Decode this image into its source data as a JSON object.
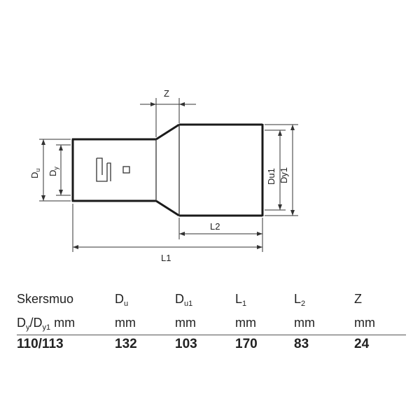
{
  "drawing": {
    "labels": {
      "z": "Z",
      "du": "D",
      "du_sub": "u",
      "dy": "D",
      "dy_sub": "y",
      "du1": "Du1",
      "dy1": "Dy1",
      "l2": "L2",
      "l1": "L1"
    }
  },
  "table": {
    "headers": [
      {
        "main": "Skersmuo",
        "sub": ""
      },
      {
        "main": "D",
        "sub": "u"
      },
      {
        "main": "D",
        "sub": "u1"
      },
      {
        "main": "L",
        "sub": "1"
      },
      {
        "main": "L",
        "sub": "2"
      },
      {
        "main": "Z",
        "sub": ""
      }
    ],
    "units": {
      "first": {
        "d1": "D",
        "s1": "y",
        "slash": "/D",
        "s2": "y1",
        "mm": " mm"
      },
      "rest": [
        "mm",
        "mm",
        "mm",
        "mm",
        "mm"
      ]
    },
    "values": [
      "110/113",
      "132",
      "103",
      "170",
      "83",
      "24"
    ]
  }
}
